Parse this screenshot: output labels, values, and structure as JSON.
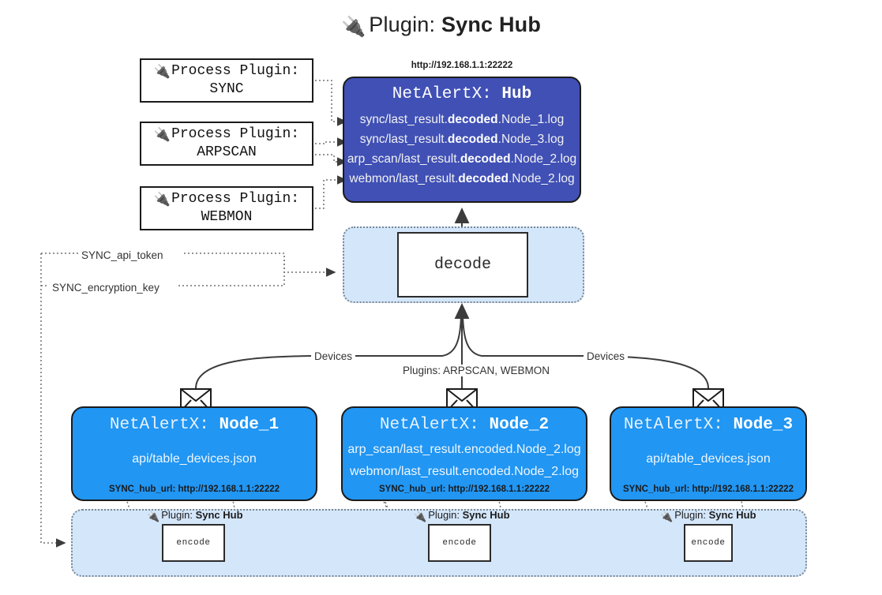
{
  "title": {
    "icon": "plug-icon",
    "prefix": "Plugin:",
    "name": "Sync Hub"
  },
  "process_plugins": [
    {
      "icon": "plug-icon",
      "line1": "Process Plugin:",
      "line2": "SYNC"
    },
    {
      "icon": "plug-icon",
      "line1": "Process Plugin:",
      "line2": "ARPSCAN"
    },
    {
      "icon": "plug-icon",
      "line1": "Process Plugin:",
      "line2": "WEBMON"
    }
  ],
  "hub": {
    "url": "http://192.168.1.1:22222",
    "title_prefix": "NetAlertX:",
    "title_name": "Hub",
    "color": "#4050b5",
    "logs": [
      {
        "pre": "sync/last_result.",
        "mid": "decoded",
        "post": ".Node_1.log"
      },
      {
        "pre": "sync/last_result.",
        "mid": "decoded",
        "post": ".Node_3.log"
      },
      {
        "pre": "arp_scan/last_result.",
        "mid": "decoded",
        "post": ".Node_2.log"
      },
      {
        "pre": "webmon/last_result.",
        "mid": "decoded",
        "post": ".Node_2.log"
      }
    ]
  },
  "decode": {
    "label": "decode"
  },
  "secrets": [
    {
      "label": "SYNC_api_token"
    },
    {
      "label": "SYNC_encryption_key"
    }
  ],
  "flow_labels": {
    "devices_left": "Devices",
    "devices_right": "Devices",
    "plugins_center": "Plugins: ARPSCAN, WEBMON"
  },
  "nodes": [
    {
      "title_prefix": "NetAlertX:",
      "title_name": "Node_1",
      "color": "#2196f3",
      "lines": [
        "api/table_devices.json"
      ],
      "footer": "SYNC_hub_url: http://192.168.1.1:22222",
      "icon": "envelope-icon"
    },
    {
      "title_prefix": "NetAlertX:",
      "title_name": "Node_2",
      "color": "#2196f3",
      "lines": [
        "arp_scan/last_result.encoded.Node_2.log",
        "webmon/last_result.encoded.Node_2.log"
      ],
      "footer": "SYNC_hub_url: http://192.168.1.1:22222",
      "icon": "envelope-icon"
    },
    {
      "title_prefix": "NetAlertX:",
      "title_name": "Node_3",
      "color": "#2196f3",
      "lines": [
        "api/table_devices.json"
      ],
      "footer": "SYNC_hub_url: http://192.168.1.1:22222",
      "icon": "envelope-icon"
    }
  ],
  "encoders": [
    {
      "plugin_prefix": "Plugin:",
      "plugin_name": "Sync Hub",
      "box_label": "encode",
      "icon": "plug-icon"
    },
    {
      "plugin_prefix": "Plugin:",
      "plugin_name": "Sync Hub",
      "box_label": "encode",
      "icon": "plug-icon"
    },
    {
      "plugin_prefix": "Plugin:",
      "plugin_name": "Sync Hub",
      "box_label": "encode",
      "icon": "plug-icon"
    }
  ]
}
